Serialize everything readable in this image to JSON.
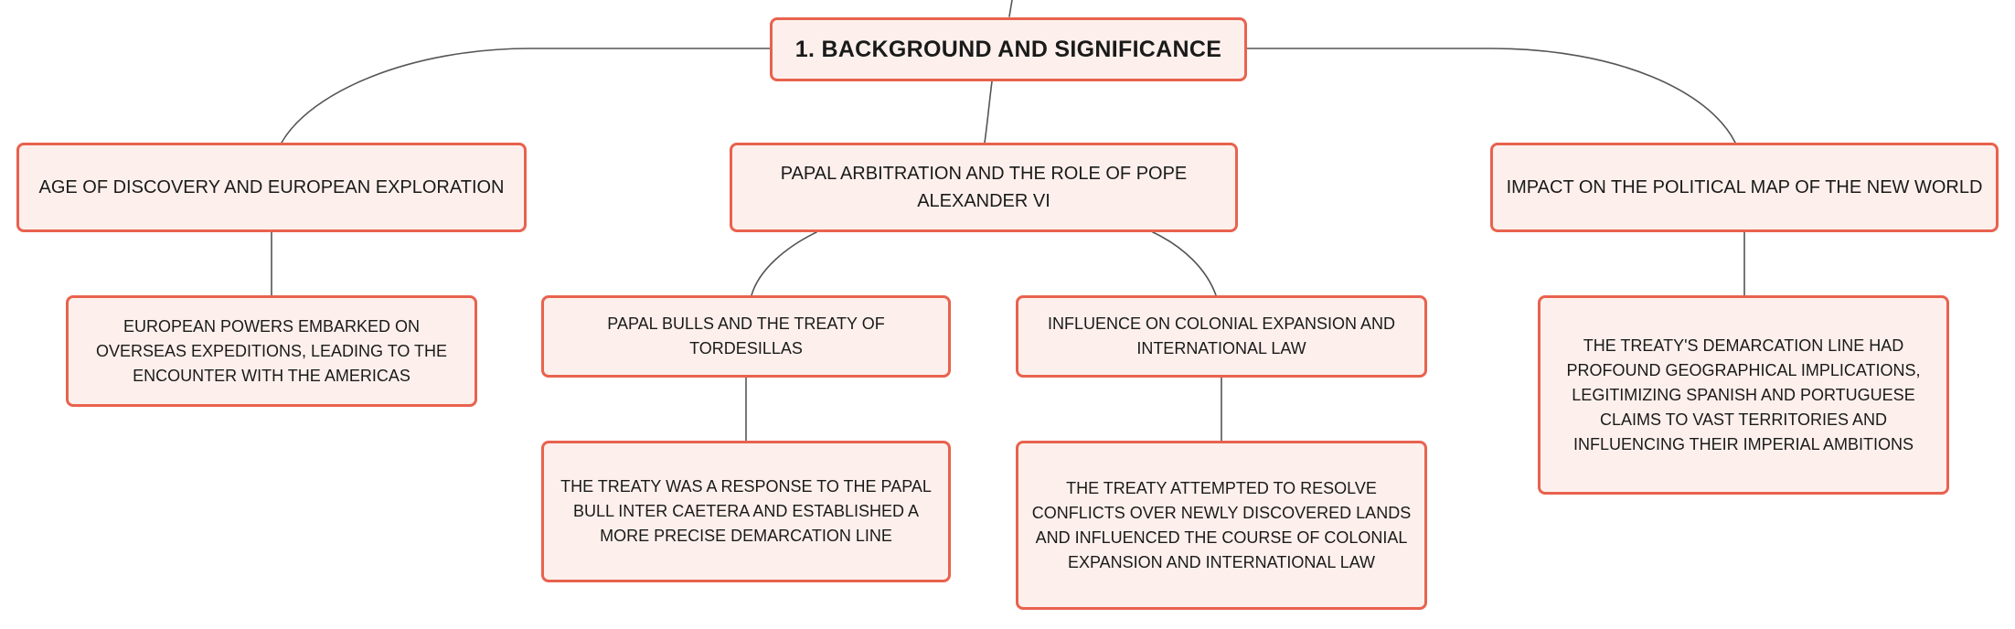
{
  "colors": {
    "node_border": "#e8624e",
    "node_fill": "#fdf0ec",
    "connector": "#555555",
    "text": "#1a1a1a"
  },
  "mindmap": {
    "root": {
      "label": "1. BACKGROUND AND SIGNIFICANCE"
    },
    "branches": [
      {
        "label": "AGE OF DISCOVERY AND EUROPEAN EXPLORATION",
        "children": [
          {
            "label": "EUROPEAN POWERS EMBARKED ON OVERSEAS EXPEDITIONS, LEADING TO THE ENCOUNTER WITH THE AMERICAS"
          }
        ]
      },
      {
        "label": "PAPAL ARBITRATION AND THE ROLE OF POPE ALEXANDER VI",
        "children": [
          {
            "label": "PAPAL BULLS AND THE TREATY OF TORDESILLAS",
            "children": [
              {
                "label": "THE TREATY WAS A RESPONSE TO THE PAPAL BULL INTER CAETERA AND ESTABLISHED A MORE PRECISE DEMARCATION LINE"
              }
            ]
          },
          {
            "label": "INFLUENCE ON COLONIAL EXPANSION AND INTERNATIONAL LAW",
            "children": [
              {
                "label": "THE TREATY ATTEMPTED TO RESOLVE CONFLICTS OVER NEWLY DISCOVERED LANDS AND INFLUENCED THE COURSE OF COLONIAL EXPANSION AND INTERNATIONAL LAW"
              }
            ]
          }
        ]
      },
      {
        "label": "IMPACT ON THE POLITICAL MAP OF THE NEW WORLD",
        "children": [
          {
            "label": "THE TREATY'S DEMARCATION LINE HAD PROFOUND GEOGRAPHICAL IMPLICATIONS, LEGITIMIZING SPANISH AND PORTUGUESE CLAIMS TO VAST TERRITORIES AND INFLUENCING THEIR IMPERIAL AMBITIONS"
          }
        ]
      }
    ]
  }
}
